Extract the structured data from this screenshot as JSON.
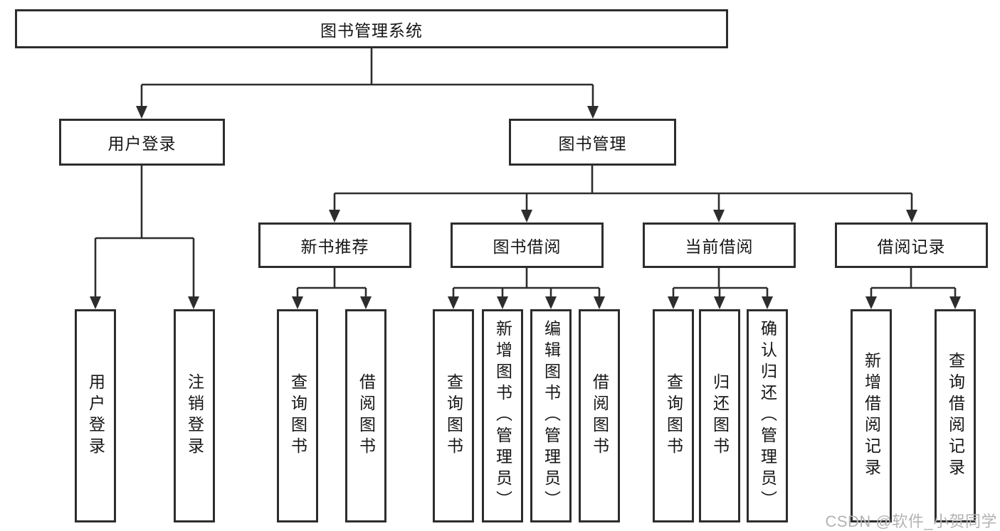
{
  "diagram": {
    "root": {
      "label": "图书管理系统"
    },
    "level2": {
      "user_login": {
        "label": "用户登录"
      },
      "book_management": {
        "label": "图书管理"
      }
    },
    "level3": {
      "new_book_recommendation": {
        "label": "新书推荐"
      },
      "book_borrowing": {
        "label": "图书借阅"
      },
      "current_borrowing": {
        "label": "当前借阅"
      },
      "borrowing_records": {
        "label": "借阅记录"
      }
    },
    "leaves": {
      "user_login": [
        "用户登录",
        "注销登录"
      ],
      "new_book_recommendation": [
        "查询图书",
        "借阅图书"
      ],
      "book_borrowing": [
        "查询图书",
        "新增图书（管理员）",
        "编辑图书（管理员）",
        "借阅图书"
      ],
      "current_borrowing": [
        "查询图书",
        "归还图书",
        "确认归还（管理员）"
      ],
      "borrowing_records": [
        "新增借阅记录",
        "查询借阅记录"
      ]
    }
  },
  "watermark": {
    "text": "CSDN @软件_小贺同学"
  },
  "colors": {
    "line": "#2d2d2d",
    "text": "#161616",
    "background": "#ffffff",
    "watermark": "#b3b3b3"
  }
}
